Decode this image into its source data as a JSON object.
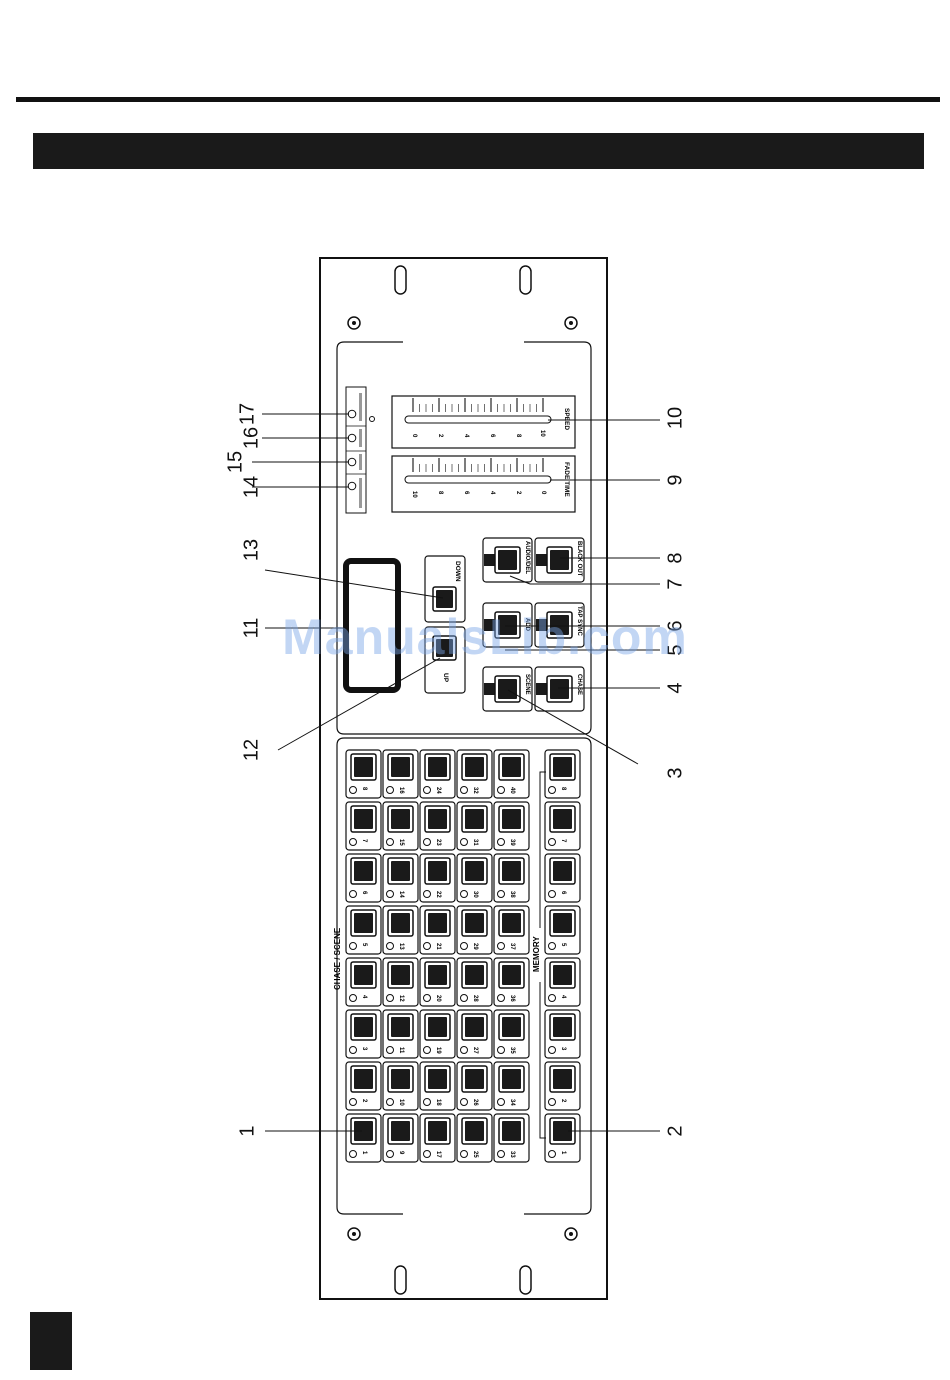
{
  "callouts": [
    "1",
    "2",
    "3",
    "4",
    "5",
    "6",
    "7",
    "8",
    "9",
    "10",
    "11",
    "12",
    "13",
    "14",
    "15",
    "16",
    "17"
  ],
  "faders": {
    "speed": {
      "label": "SPEED",
      "scale": [
        "0",
        "2",
        "4",
        "6",
        "8",
        "10"
      ]
    },
    "fade_time": {
      "label": "FADE TIME",
      "scale": [
        "10",
        "8",
        "6",
        "4",
        "2",
        "0"
      ]
    }
  },
  "function_buttons": {
    "audio_del": "AUDIO/DEL",
    "black_out": "BLACK OUT",
    "add": "ADD",
    "tap_sync": "TAP SYNC",
    "scene": "SCENE",
    "chase": "CHASE",
    "down": "DOWN",
    "up": "UP"
  },
  "group_labels": {
    "chase_scene": "CHASE / SCENE",
    "memory": "MEMORY"
  },
  "chase_scene_columns": [
    [
      "8",
      "7",
      "6",
      "5",
      "4",
      "3",
      "2",
      "1"
    ],
    [
      "16",
      "15",
      "14",
      "13",
      "12",
      "11",
      "10",
      "9"
    ],
    [
      "24",
      "23",
      "22",
      "21",
      "20",
      "19",
      "18",
      "17"
    ],
    [
      "32",
      "31",
      "30",
      "29",
      "28",
      "27",
      "26",
      "25"
    ],
    [
      "40",
      "39",
      "38",
      "37",
      "36",
      "35",
      "34",
      "33"
    ]
  ],
  "memory_buttons": [
    "8",
    "7",
    "6",
    "5",
    "4",
    "3",
    "2",
    "1"
  ],
  "watermark": "ManualsLib.com"
}
